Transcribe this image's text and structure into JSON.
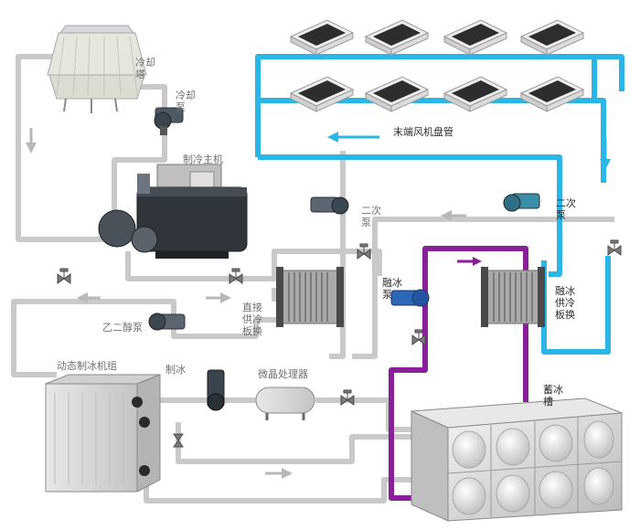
{
  "labels": {
    "cooling_tower": "冷却塔",
    "cooling_pump": "冷却泵",
    "chiller": "制冷主机",
    "fan_coil": "末端风机盘管",
    "secondary_pump_left": "二次泵",
    "secondary_pump_right": "二次泵",
    "melt_pump": "融冰泵",
    "melt_plate": "融冰供冷板换",
    "direct_plate": "直接供冷板换",
    "glycol_pump": "乙二醇泵",
    "ice_machine": "动态制冰机组",
    "ice_making": "制冰",
    "crystal_processor": "微晶处理器",
    "ice_tank": "蓄冰槽"
  },
  "colors": {
    "pipe_gray": "#c9c9c9",
    "pipe_blue": "#2ab6e6",
    "pipe_purple": "#8a1f9a",
    "flow_arrow_gray": "#b8b8b8",
    "flow_arrow_blue": "#2ab6e6"
  }
}
